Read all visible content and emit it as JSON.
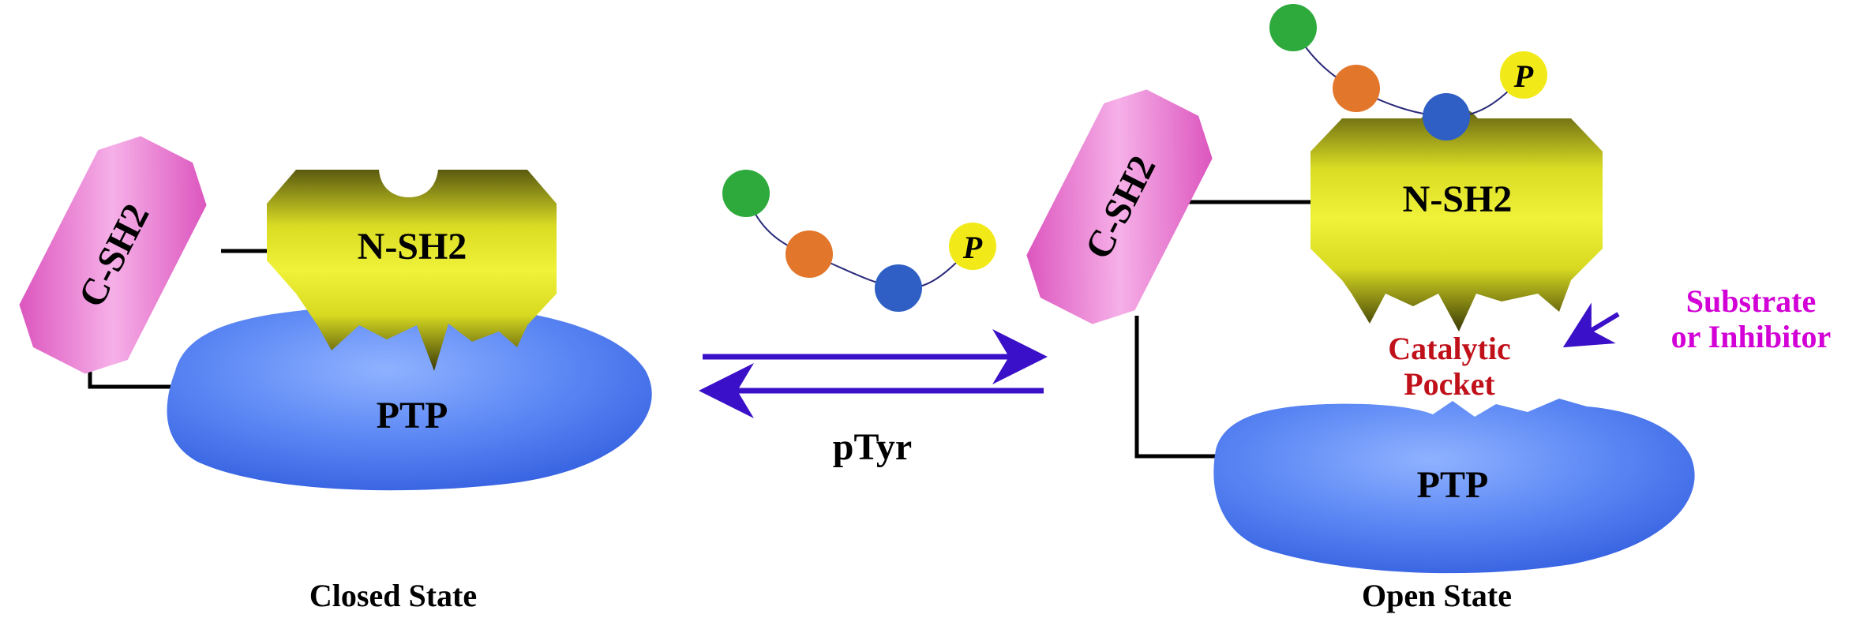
{
  "closed_state": {
    "c_sh2": "C-SH2",
    "n_sh2": "N-SH2",
    "ptp": "PTP",
    "caption": "Closed State"
  },
  "equilibrium": {
    "label": "pTyr",
    "phosphate": "P"
  },
  "open_state": {
    "c_sh2": "C-SH2",
    "n_sh2": "N-SH2",
    "ptp": "PTP",
    "pocket_line1": "Catalytic",
    "pocket_line2": "Pocket",
    "ligand_line1": "Substrate",
    "ligand_line2": "or Inhibitor",
    "caption": "Open State",
    "phosphate": "P"
  },
  "colors": {
    "ptp_blue": "#4f7ef0",
    "sh2_pink": "#e070cc",
    "nsh2_yellow": "#e8ec2a",
    "nsh2_dark": "#3a3a06",
    "arrow_purple": "#3a10c8",
    "bead_green": "#2eaa3c",
    "bead_orange": "#e2762a",
    "bead_blue": "#2f5fc4",
    "bead_yellow": "#f2ea18",
    "pocket_red": "#c0101a",
    "ligand_magenta": "#d200d6"
  }
}
